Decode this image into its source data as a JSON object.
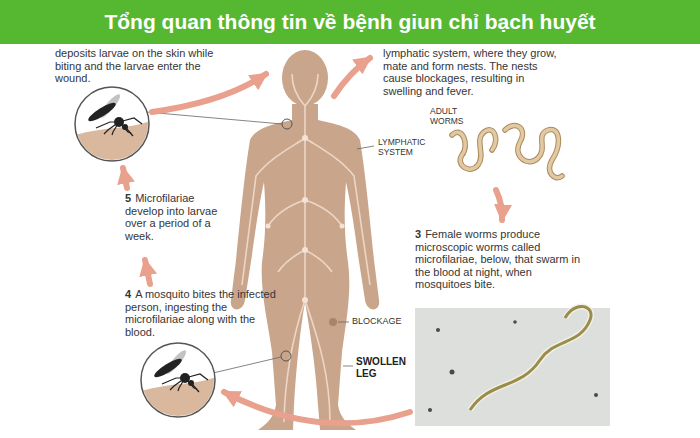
{
  "diagram": {
    "title": "Tổng quan thông tin về bệnh giun chỉ bạch huyết",
    "labels": [
      "deposits larvae on the skin while biting and the larvae enter the wound.",
      "lymphatic system, where they grow, mate and form nests. The nests cause blockages, resulting in swelling and fever.",
      "ADULT WORMS",
      "LYMPHATIC SYSTEM",
      "5",
      "Microfilariae develop into larvae over a period of a week.",
      "3",
      "Female worms produce microscopic worms called microfilariae, below, that swarm in the blood at night, when mosquitoes bite.",
      "4",
      "A mosquito bites the infected person, ingesting the microfilariae along with the blood.",
      "BLOCKAGE",
      "SWOLLEN LEG"
    ]
  }
}
